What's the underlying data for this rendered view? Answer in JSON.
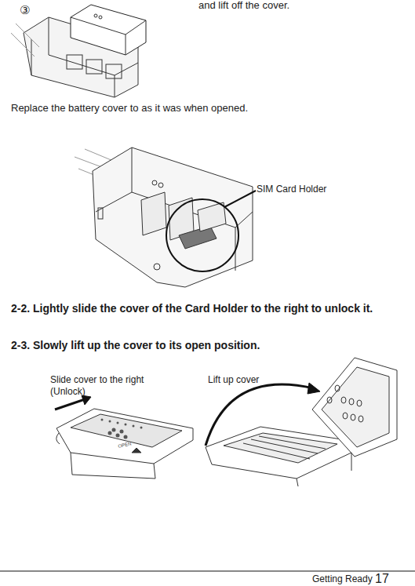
{
  "diagram": {
    "labels": [
      "③",
      "and lift off the cover.",
      "Replace the battery cover to as it was when opened.",
      "SIM Card Holder",
      "2-2. Lightly slide the cover of the Card Holder to the right to unlock it.",
      "2-3. Slowly lift up the cover to its open position.",
      "Slide cover to the right (Unlock)",
      "Lift up cover",
      "OPEN",
      "Getting Ready",
      "17"
    ]
  }
}
